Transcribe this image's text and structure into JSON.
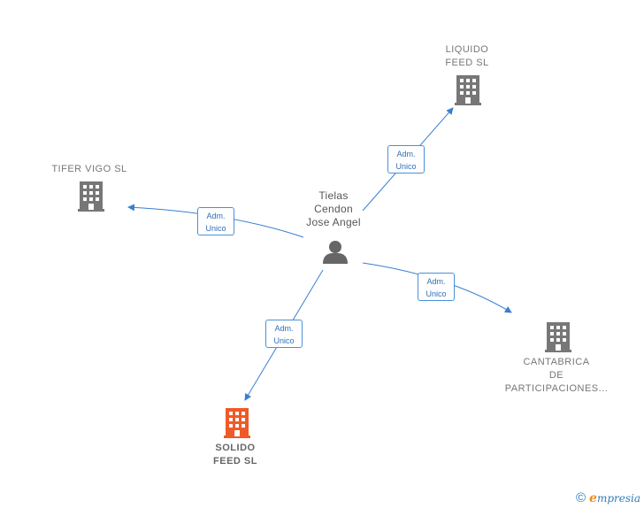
{
  "nodes": {
    "person": {
      "lines": [
        "Tielas",
        "Cendon",
        "Jose Angel"
      ],
      "color": "#777777"
    },
    "liquido": {
      "lines": [
        "LIQUIDO",
        "FEED  SL"
      ],
      "color": "#777777"
    },
    "tifer": {
      "lines": [
        "TIFER VIGO  SL"
      ],
      "color": "#777777"
    },
    "cantabrica": {
      "lines": [
        "CANTABRICA",
        "DE",
        "PARTICIPACIONES..."
      ],
      "color": "#777777"
    },
    "solido": {
      "lines": [
        "SOLIDO",
        "FEED  SL"
      ],
      "color": "#f05a28"
    }
  },
  "edges": [
    {
      "line1": "Adm.",
      "line2": "Unico"
    },
    {
      "line1": "Adm.",
      "line2": "Unico"
    },
    {
      "line1": "Adm.",
      "line2": "Unico"
    },
    {
      "line1": "Adm.",
      "line2": "Unico"
    }
  ],
  "colors": {
    "edge": "#3a7fd0",
    "building": "#777777",
    "highlight": "#f05a28"
  },
  "footer": {
    "copyright": "©",
    "brand_initial": "e",
    "brand_rest": "mpresia"
  }
}
